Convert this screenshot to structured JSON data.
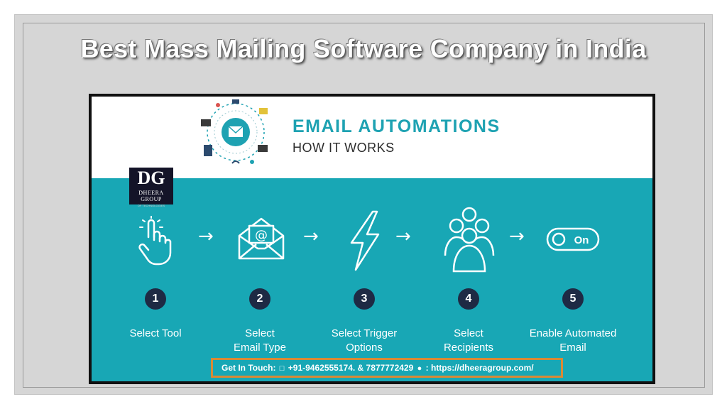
{
  "title": "Best Mass Mailing Software Company in India",
  "banner": {
    "heading": "EMAIL AUTOMATIONS",
    "subheading": "HOW IT WORKS",
    "hero_icon": "email-network-icon"
  },
  "logo": {
    "main": "DG",
    "sub": "DHEERA GROUP",
    "tag": "OF TECHNOLOGIES"
  },
  "steps": [
    {
      "number": "1",
      "line1": "Select Tool",
      "line2": "",
      "icon": "hand-pointer-icon"
    },
    {
      "number": "2",
      "line1": "Select",
      "line2": "Email Type",
      "icon": "open-envelope-icon"
    },
    {
      "number": "3",
      "line1": "Select Trigger",
      "line2": "Options",
      "icon": "lightning-bolt-icon"
    },
    {
      "number": "4",
      "line1": "Select",
      "line2": "Recipients",
      "icon": "people-group-icon"
    },
    {
      "number": "5",
      "line1": "Enable Automated",
      "line2": "Email",
      "icon": "toggle-on-icon"
    }
  ],
  "toggle_text": "On",
  "arrow_glyph": "→",
  "contact": {
    "label": "Get In Touch:",
    "phones": "+91-9462555174. & 7877772429",
    "website": ": https://dheeragroup.com/"
  },
  "colors": {
    "teal": "#18a7b5",
    "navy": "#1e2a44",
    "highlight_border": "#d88a35",
    "heading": "#1ea2b2"
  }
}
